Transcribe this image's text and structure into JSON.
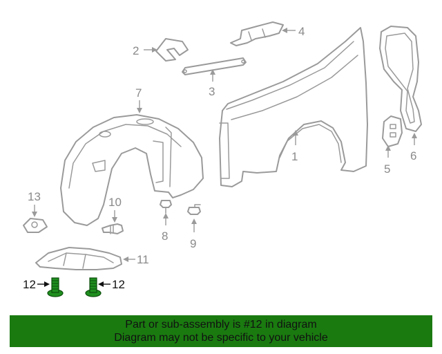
{
  "labels": {
    "p1": "1",
    "p2": "2",
    "p3": "3",
    "p4": "4",
    "p5": "5",
    "p6": "6",
    "p7": "7",
    "p8": "8",
    "p9": "9",
    "p10": "10",
    "p11": "11",
    "p12a": "12",
    "p12b": "12",
    "p13": "13"
  },
  "highlight_part": "12",
  "colors": {
    "banner_bg": "#1a7a10",
    "highlight": "#1f8f1f",
    "part_stroke": "#9a9a9a"
  },
  "banner": {
    "line1": "Part or sub-assembly is #12 in diagram",
    "line2": "Diagram may not be specific to your vehicle"
  }
}
